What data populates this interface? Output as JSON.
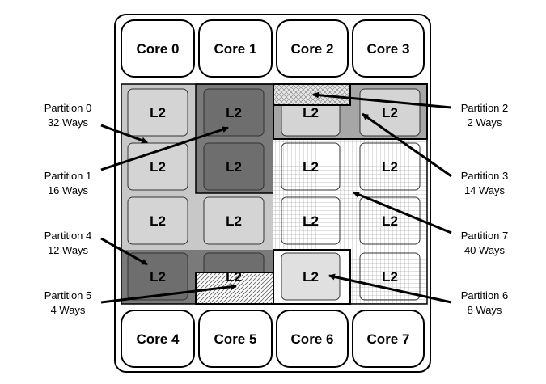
{
  "cores_top": [
    "Core 0",
    "Core 1",
    "Core 2",
    "Core 3"
  ],
  "cores_bottom": [
    "Core 4",
    "Core 5",
    "Core 6",
    "Core 7"
  ],
  "l2_label": "L2",
  "partitions": [
    {
      "name": "Partition 0",
      "ways": "32 Ways"
    },
    {
      "name": "Partition 1",
      "ways": "16 Ways"
    },
    {
      "name": "Partition 2",
      "ways": "2 Ways"
    },
    {
      "name": "Partition 3",
      "ways": "14 Ways"
    },
    {
      "name": "Partition 4",
      "ways": "12 Ways"
    },
    {
      "name": "Partition 5",
      "ways": "4 Ways"
    },
    {
      "name": "Partition 6",
      "ways": "8 Ways"
    },
    {
      "name": "Partition 7",
      "ways": "40 Ways"
    }
  ],
  "colors": {
    "light_gray": "#c8c8c8",
    "mid_gray": "#a6a6a6",
    "dark_gray": "#7a7a7a",
    "tile_light": "#d4d4d4",
    "tile_dark": "#6e6e6e",
    "white": "#ffffff"
  }
}
